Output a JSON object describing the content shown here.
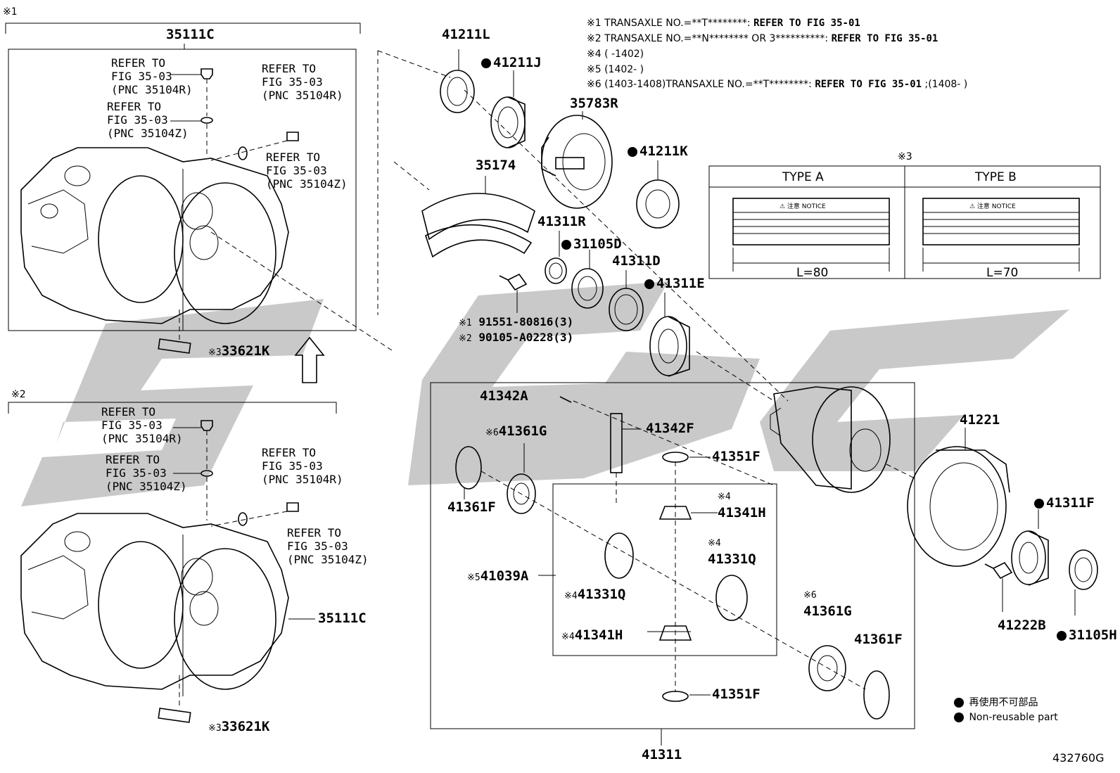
{
  "header_notes": [
    {
      "mark": "※1",
      "text": "TRANSAXLE NO.=**T********:",
      "ref": "REFER TO FIG 35-01",
      "tail": ""
    },
    {
      "mark": "※2",
      "text": "TRANSAXLE NO.=**N******** OR 3**********:",
      "ref": "REFER TO FIG 35-01",
      "tail": ""
    },
    {
      "mark": "※4",
      "text": "(       -1402)",
      "ref": "",
      "tail": ""
    },
    {
      "mark": "※5",
      "text": "(1402-       )",
      "ref": "",
      "tail": ""
    },
    {
      "mark": "※6",
      "text": "(1403-1408)TRANSAXLE NO.=**T********:",
      "ref": "REFER TO FIG 35-01",
      "tail": ";(1408-       )"
    }
  ],
  "group1": {
    "mark": "※1",
    "part_no": "35111C",
    "refs": [
      {
        "lines": [
          "REFER TO",
          "FIG 35-03",
          "(PNC 35104R)"
        ]
      },
      {
        "lines": [
          "REFER TO",
          "FIG 35-03",
          "(PNC 35104Z)"
        ]
      },
      {
        "lines": [
          "REFER TO",
          "FIG 35-03",
          "(PNC 35104R)"
        ]
      },
      {
        "lines": [
          "REFER TO",
          "FIG 35-03",
          "(PNC 35104Z)"
        ]
      }
    ],
    "label": {
      "mark": "※3",
      "part": "33621K"
    }
  },
  "group2": {
    "mark": "※2",
    "part_no": "35111C",
    "refs": [
      {
        "lines": [
          "REFER TO",
          "FIG 35-03",
          "(PNC 35104R)"
        ]
      },
      {
        "lines": [
          "REFER TO",
          "FIG 35-03",
          "(PNC 35104Z)"
        ]
      },
      {
        "lines": [
          "REFER TO",
          "FIG 35-03",
          "(PNC 35104R)"
        ]
      },
      {
        "lines": [
          "REFER TO",
          "FIG 35-03",
          "(PNC 35104Z)"
        ]
      }
    ],
    "label": {
      "mark": "※3",
      "part": "33621K"
    }
  },
  "parts": {
    "p41211L": "41211L",
    "p41211J": "41211J",
    "p35783R": "35783R",
    "p41211K": "41211K",
    "p35174": "35174",
    "p41311R": "41311R",
    "p31105D": "31105D",
    "p41311D": "41311D",
    "p41311E": "41311E",
    "bolt1": {
      "mark": "※1",
      "part": "91551-80816(3)"
    },
    "bolt2": {
      "mark": "※2",
      "part": "90105-A0228(3)"
    },
    "p41342A": "41342A",
    "p41342F": "41342F",
    "p41361G_top": {
      "mark": "※6",
      "part": "41361G"
    },
    "p41361F_left": "41361F",
    "p41351F_top": "41351F",
    "p41341H_top": {
      "mark": "※4",
      "part": "41341H"
    },
    "p41331Q_right": {
      "mark": "※4",
      "part": "41331Q"
    },
    "p41039A": {
      "mark": "※5",
      "part": "41039A"
    },
    "p41331Q_left": {
      "mark": "※4",
      "part": "41331Q"
    },
    "p41341H_bottom": {
      "mark": "※4",
      "part": "41341H"
    },
    "p41351F_bottom": "41351F",
    "p41361G_right": {
      "mark": "※6",
      "part": "41361G"
    },
    "p41361F_right": "41361F",
    "p41311": "41311",
    "p41221": "41221",
    "p41311F": "41311F",
    "p41222B": "41222B",
    "p31105H": "31105H"
  },
  "type_table": {
    "mark": "※3",
    "columns": [
      {
        "header": "TYPE A",
        "length": "L=80",
        "sticker": "⚠ 注意 NOTICE"
      },
      {
        "header": "TYPE B",
        "length": "L=70",
        "sticker": "⚠ 注意 NOTICE"
      }
    ]
  },
  "legend": {
    "line1": "再使用不可部品",
    "line2": "Non-reusable part"
  },
  "figure_id": "432760G"
}
